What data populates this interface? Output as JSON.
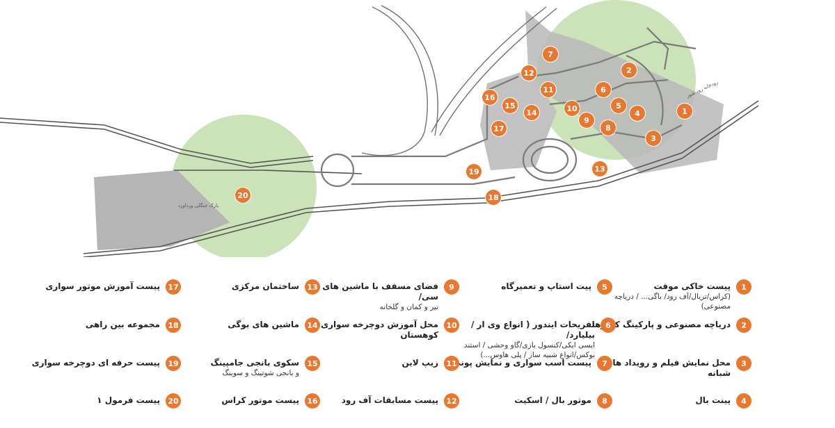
{
  "map": {
    "colors": {
      "route": "#9a9a9a",
      "zone_fill": "#b5b5b5",
      "highlight": "#8fbf62",
      "pin": "#e8782f"
    },
    "small_labels": [
      "رودخانه رود شور",
      "پارک جنگلی ورداورد"
    ],
    "pins": [
      {
        "n": "1"
      },
      {
        "n": "2"
      },
      {
        "n": "3"
      },
      {
        "n": "4"
      },
      {
        "n": "5"
      },
      {
        "n": "6"
      },
      {
        "n": "7"
      },
      {
        "n": "8"
      },
      {
        "n": "9"
      },
      {
        "n": "10"
      },
      {
        "n": "11"
      },
      {
        "n": "12"
      },
      {
        "n": "13"
      },
      {
        "n": "14"
      },
      {
        "n": "15"
      },
      {
        "n": "16"
      },
      {
        "n": "17"
      },
      {
        "n": "18"
      },
      {
        "n": "19"
      },
      {
        "n": "20"
      }
    ]
  },
  "legend": [
    {
      "n": "1",
      "title": "پیست خاکی موقت",
      "sub": "(کراس/تریال/آف رود/ باگی... / دریاچه مصنوعی)"
    },
    {
      "n": "2",
      "title": "دریاچه مصنوعی و پارکینگ کمپرها",
      "sub": ""
    },
    {
      "n": "3",
      "title": "محل نمایش فیلم و رویداد های شبانه",
      "sub": ""
    },
    {
      "n": "4",
      "title": "پینت بال",
      "sub": ""
    },
    {
      "n": "5",
      "title": "پیت استاپ و تعمیرگاه",
      "sub": ""
    },
    {
      "n": "6",
      "title": "تفریحات ایندور ( انواع وی ار / بیلیارد/",
      "sub": "ایسی ایکی/کنسول بازی/گاو وحشی / استند بوکس/انواع شبیه ساز / پلی هاوس...)"
    },
    {
      "n": "7",
      "title": "پیست اسب سواری و نمایش پونی",
      "sub": ""
    },
    {
      "n": "8",
      "title": "موتور بال / اسکیت",
      "sub": ""
    },
    {
      "n": "9",
      "title": "فضای مسقف با ماشین های ار سی/",
      "sub": "تیر و کمان و گلخانه"
    },
    {
      "n": "10",
      "title": "محل آموزش دوچرخه سواری کوهستان",
      "sub": ""
    },
    {
      "n": "11",
      "title": "زیپ لاین",
      "sub": ""
    },
    {
      "n": "12",
      "title": "پیست مسابقات آف رود",
      "sub": ""
    },
    {
      "n": "13",
      "title": "ساختمان مرکزی",
      "sub": ""
    },
    {
      "n": "14",
      "title": "ماشین های بوگی",
      "sub": ""
    },
    {
      "n": "15",
      "title": "سکوی بانجی جامپینگ",
      "sub": "و بانجی شوتینگ و سوینگ"
    },
    {
      "n": "16",
      "title": "پیست موتور کراس",
      "sub": ""
    },
    {
      "n": "17",
      "title": "پیست آموزش موتور سواری",
      "sub": ""
    },
    {
      "n": "18",
      "title": "مجموعه بین راهی",
      "sub": ""
    },
    {
      "n": "19",
      "title": "پیست حرفه ای دوچرخه سواری",
      "sub": ""
    },
    {
      "n": "20",
      "title": "پیست فرمول ۱",
      "sub": ""
    }
  ]
}
